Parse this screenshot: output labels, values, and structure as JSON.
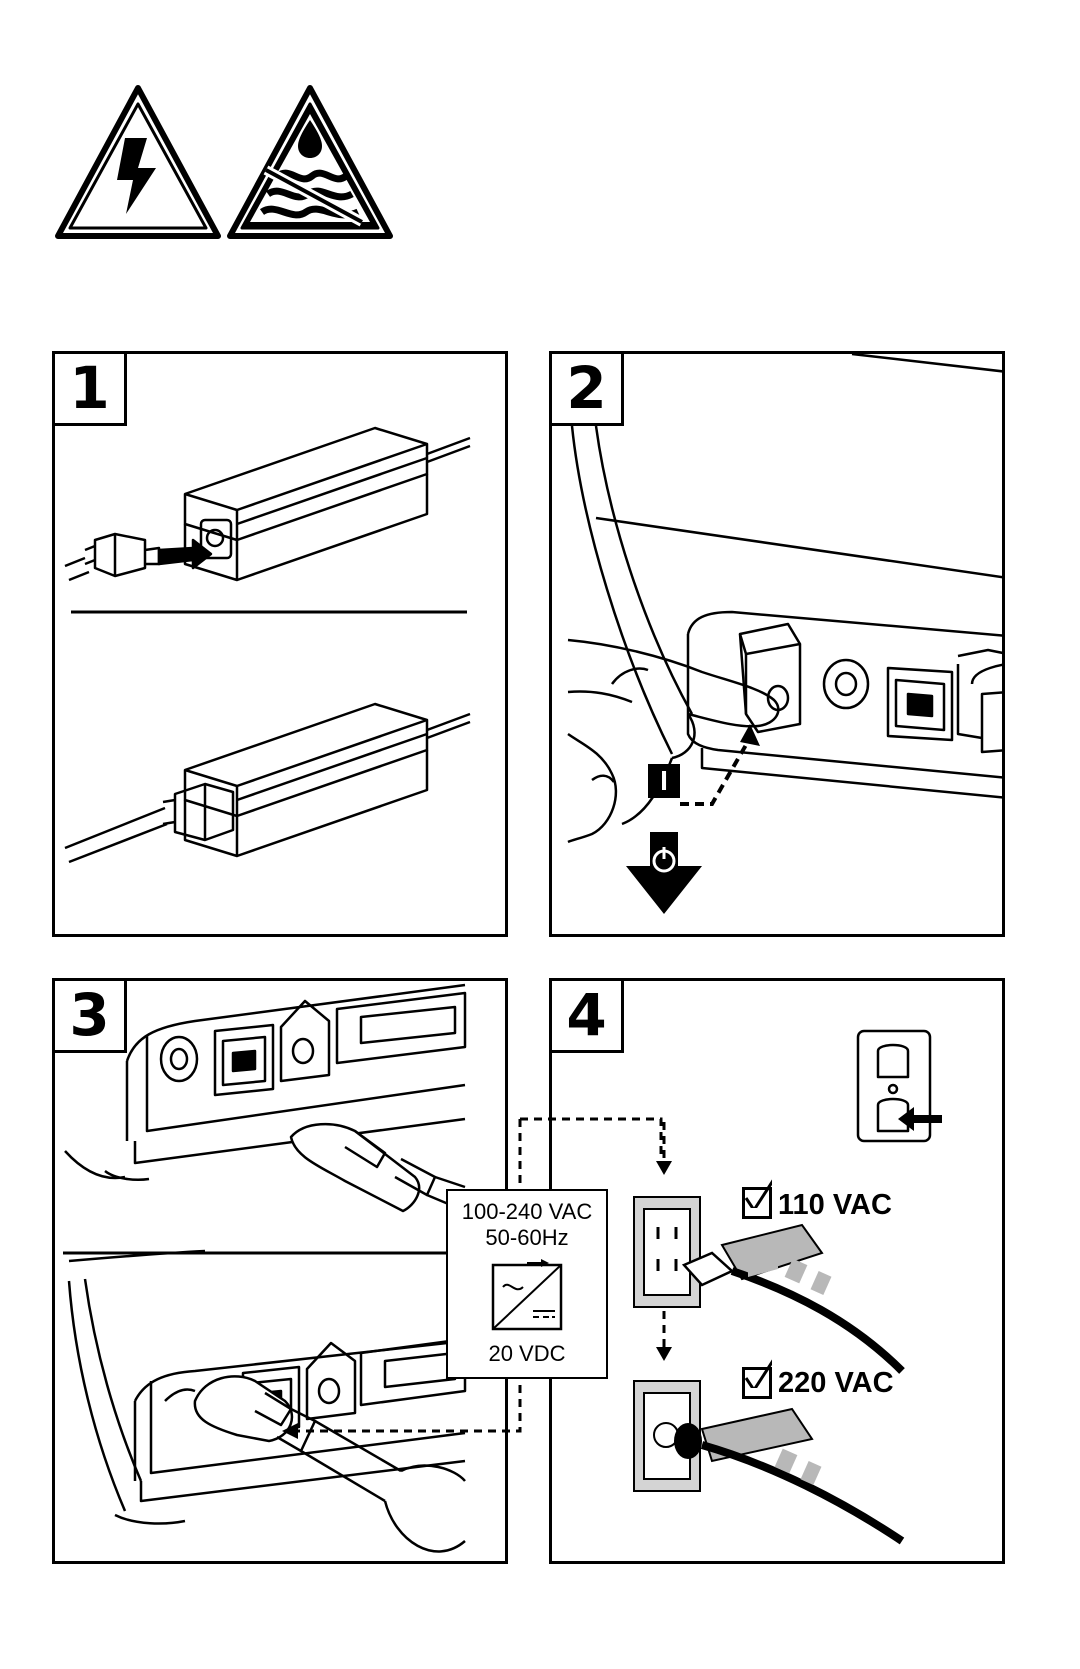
{
  "warning_icons": [
    {
      "icon": "electric-shock-warning-icon"
    },
    {
      "icon": "no-liquids-warning-icon"
    }
  ],
  "steps": [
    {
      "number": "1"
    },
    {
      "number": "2"
    },
    {
      "number": "3"
    },
    {
      "number": "4"
    }
  ],
  "power_switch": {
    "on_symbol": "I"
  },
  "power_supply_spec": {
    "input_voltage": "100-240 VAC",
    "input_frequency": "50-60Hz",
    "output_voltage": "20 VDC"
  },
  "outlets": [
    {
      "label": "110 VAC"
    },
    {
      "label": "220 VAC"
    }
  ],
  "colors": {
    "ink": "#000000",
    "paper": "#ffffff",
    "gray": "#b8b8b8"
  }
}
